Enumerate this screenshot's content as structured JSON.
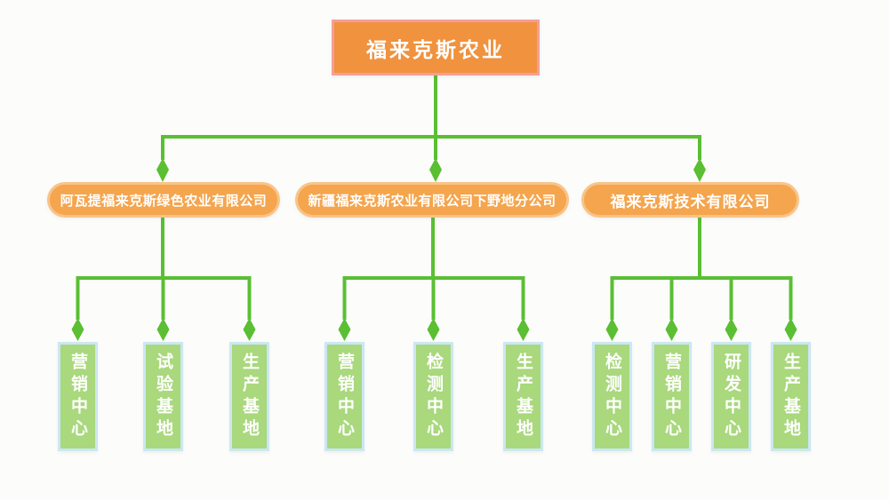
{
  "org": {
    "root": {
      "label": "福来克斯农业"
    },
    "companies": [
      {
        "label": "阿瓦提福来克斯绿色农业有限公司",
        "departments": [
          {
            "label": "营销中心"
          },
          {
            "label": "试验基地"
          },
          {
            "label": "生产基地"
          }
        ]
      },
      {
        "label": "新疆福来克斯农业有限公司下野地分公司",
        "departments": [
          {
            "label": "营销中心"
          },
          {
            "label": "检测中心"
          },
          {
            "label": "生产基地"
          }
        ]
      },
      {
        "label": "福来克斯技术有限公司",
        "departments": [
          {
            "label": "检测中心"
          },
          {
            "label": "营销中心"
          },
          {
            "label": "研发中心"
          },
          {
            "label": "生产基地"
          }
        ]
      }
    ]
  },
  "colors": {
    "root_fill": "#f0923e",
    "root_border": "#f59e99",
    "company_fill": "#f4a54e",
    "company_border": "#f8c489",
    "department_fill": "#a9d87d",
    "department_border": "#cbe7f2",
    "connector": "#5abf33",
    "text": "#ffffff",
    "background": "#fcfcfa"
  }
}
